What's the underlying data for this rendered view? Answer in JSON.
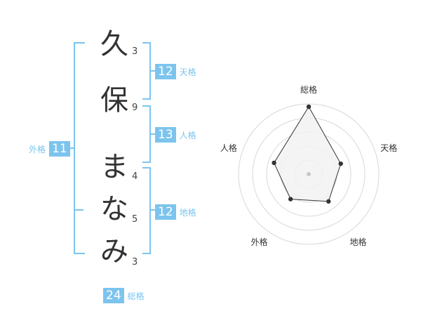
{
  "name_chars": [
    {
      "char": "久",
      "strokes": "3"
    },
    {
      "char": "保",
      "strokes": "9"
    },
    {
      "char": "ま",
      "strokes": "4"
    },
    {
      "char": "な",
      "strokes": "5"
    },
    {
      "char": "み",
      "strokes": "3"
    }
  ],
  "kaku": {
    "ten": {
      "value": "12",
      "label": "天格"
    },
    "jin": {
      "value": "13",
      "label": "人格"
    },
    "chi": {
      "value": "12",
      "label": "地格"
    },
    "gai": {
      "value": "11",
      "label": "外格"
    },
    "sou": {
      "value": "24",
      "label": "総格"
    }
  },
  "chart_data": {
    "type": "radar",
    "axes": [
      "総格",
      "天格",
      "地格",
      "外格",
      "人格"
    ],
    "values": [
      24,
      12,
      12,
      11,
      13
    ],
    "grid_rings": 5,
    "colors": {
      "fill": "#f2f2f2",
      "stroke": "#333333",
      "grid": "#d8d8d8",
      "accent": "#7cc4ee"
    }
  }
}
